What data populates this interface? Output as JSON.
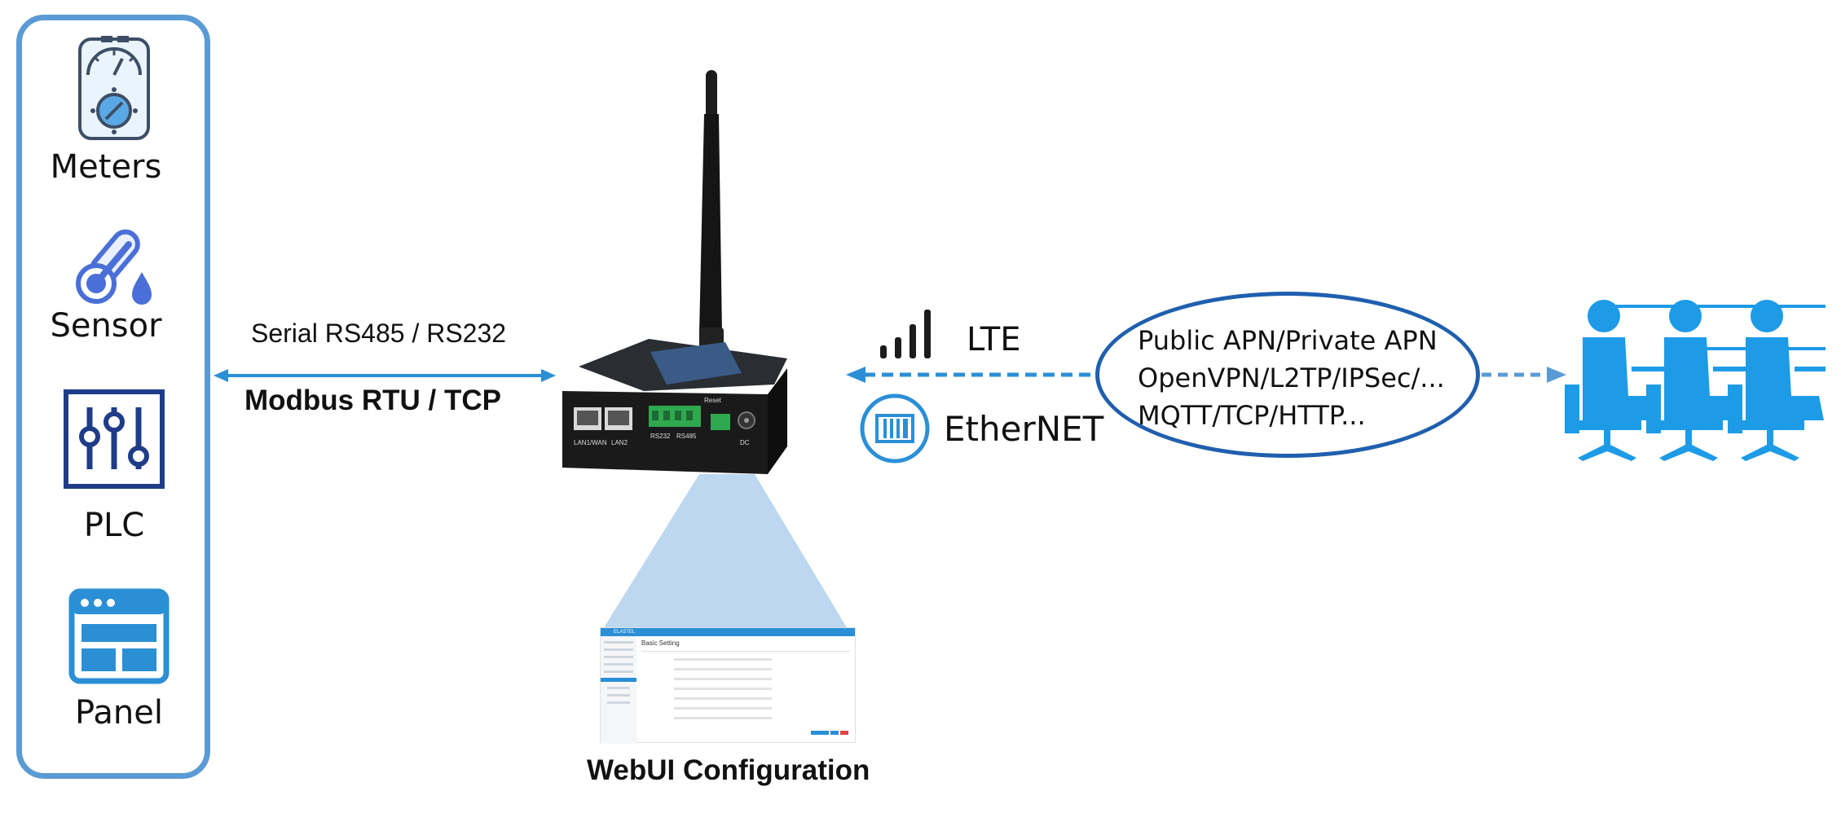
{
  "devices": [
    {
      "label": "Meters",
      "icon": "meter-gauge-icon"
    },
    {
      "label": "Sensor",
      "icon": "thermometer-sensor-icon"
    },
    {
      "label": "PLC",
      "icon": "plc-sliders-icon"
    },
    {
      "label": "Panel",
      "icon": "panel-window-icon"
    }
  ],
  "serial_link": {
    "top_label": "Serial RS485 / RS232",
    "bottom_label": "Modbus RTU / TCP"
  },
  "router": {
    "icon": "lte-router-icon",
    "port_labels": [
      "LAN1/WAN",
      "LAN2",
      "RS232",
      "RS485",
      "Reset",
      "DC"
    ]
  },
  "uplink": {
    "lte_label": "LTE",
    "ethernet_label": "EtherNET"
  },
  "protocols": {
    "lines": [
      "Public APN/Private APN",
      "OpenVPN/L2TP/IPSec/...",
      "MQTT/TCP/HTTP..."
    ]
  },
  "webui": {
    "caption": "WebUI Configuration",
    "page_title": "Basic Setting",
    "brand": "ELASTEL"
  },
  "colors": {
    "accent_blue": "#2b8fd6",
    "frame_blue": "#5b9bd5",
    "oval_blue": "#1f5fae",
    "plc_navy": "#1f3c88",
    "beam_blue": "#bcd7ef"
  }
}
